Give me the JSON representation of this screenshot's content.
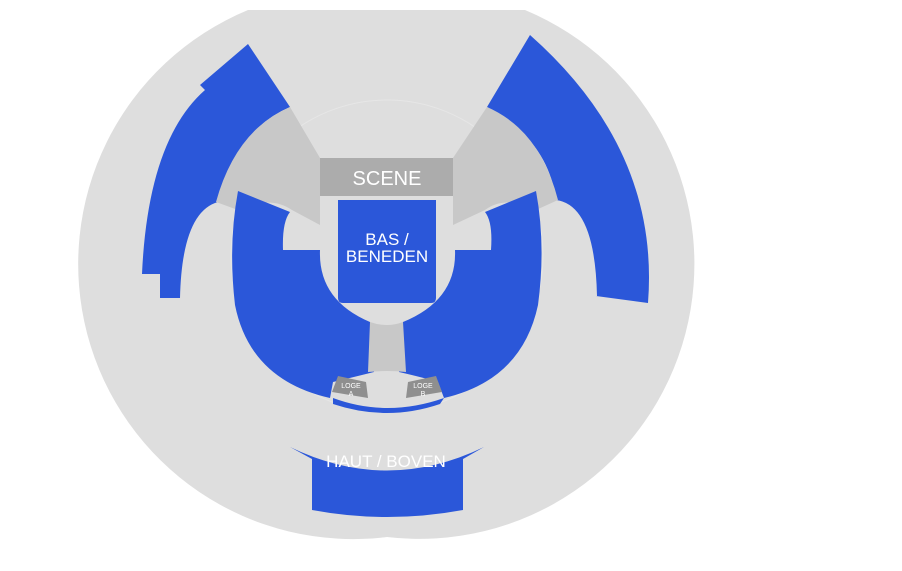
{
  "venue_map": {
    "stage_label": "SCENE",
    "sections": {
      "lower": {
        "line1": "BAS /",
        "line2": "BENEDEN"
      },
      "upper": {
        "label": "HAUT / BOVEN"
      },
      "loge_a": {
        "line1": "LOGE",
        "line2": "A"
      },
      "loge_b": {
        "line1": "LOGE",
        "line2": "B"
      }
    }
  },
  "colors": {
    "background": "#ffffff",
    "venue_floor": "#dedede",
    "unavailable_area": "#c8c8c8",
    "stage": "#acacac",
    "loge": "#8f8f8f",
    "available_section": "#2b57d9",
    "divider_line": "#e6e6e6"
  }
}
